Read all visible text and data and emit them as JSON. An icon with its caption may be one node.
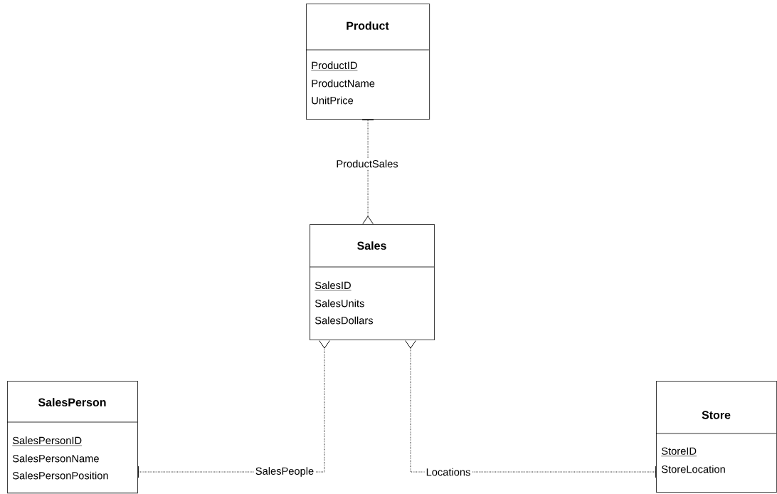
{
  "diagram": {
    "nodes": [
      {
        "text": [
          "Product",
          "ProductID",
          "ProductName",
          "UnitPrice"
        ]
      },
      {
        "text": [
          "Sales",
          "SalesID",
          "SalesUnits",
          "SalesDollars"
        ]
      },
      {
        "text": [
          "SalesPerson",
          "SalesPersonID",
          "SalesPersonName",
          "SalesPersonPosition"
        ]
      },
      {
        "text": [
          "Store",
          "StoreID",
          "StoreLocation"
        ]
      }
    ],
    "edges": [
      {
        "from": 0,
        "to": 1,
        "arrow": "other",
        "label": "ProductSales",
        "style": "dashed"
      },
      {
        "from": 2,
        "to": 1,
        "arrow": "other",
        "label": "SalesPeople",
        "style": "dashed"
      },
      {
        "from": 3,
        "to": 1,
        "arrow": "other",
        "label": "Locations",
        "style": "dashed"
      }
    ]
  }
}
